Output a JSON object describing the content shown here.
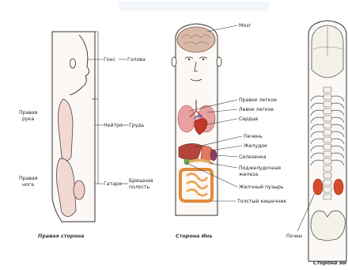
{
  "title": "",
  "figures": {
    "side": {
      "caption": "Правая сторона",
      "left_labels": [
        "Правая рука",
        "Правая нога"
      ],
      "mid_labels": [
        "Гонс",
        "Нейтро",
        "Гатаро"
      ],
      "region_labels": [
        "Голова",
        "Грудь",
        "Брюшная полость"
      ]
    },
    "front": {
      "caption": "Сторона Инь",
      "labels": {
        "brain": "Мозг",
        "right_lung": "Правое легкое",
        "left_lung": "Левое легкое",
        "heart": "Сердце",
        "liver": "Печень",
        "stomach": "Желудок",
        "spleen": "Селезенка",
        "pancreas": "Поджелудочная железа",
        "gallbladder": "Желчный пузырь",
        "colon": "Толстый кишечник"
      }
    },
    "back": {
      "caption": "Сторона Ян",
      "labels": {
        "kidneys": "Почки"
      }
    }
  },
  "colors": {
    "outline": "#333333",
    "skin": "#f3d9d4",
    "brain": "#d9b9a8",
    "heart": "#c0392b",
    "lungs": "#e8a0a0",
    "liver": "#b5443a",
    "intestines": "#f0a050",
    "kidneys": "#d84a2a",
    "bone": "#f4f1e8"
  }
}
